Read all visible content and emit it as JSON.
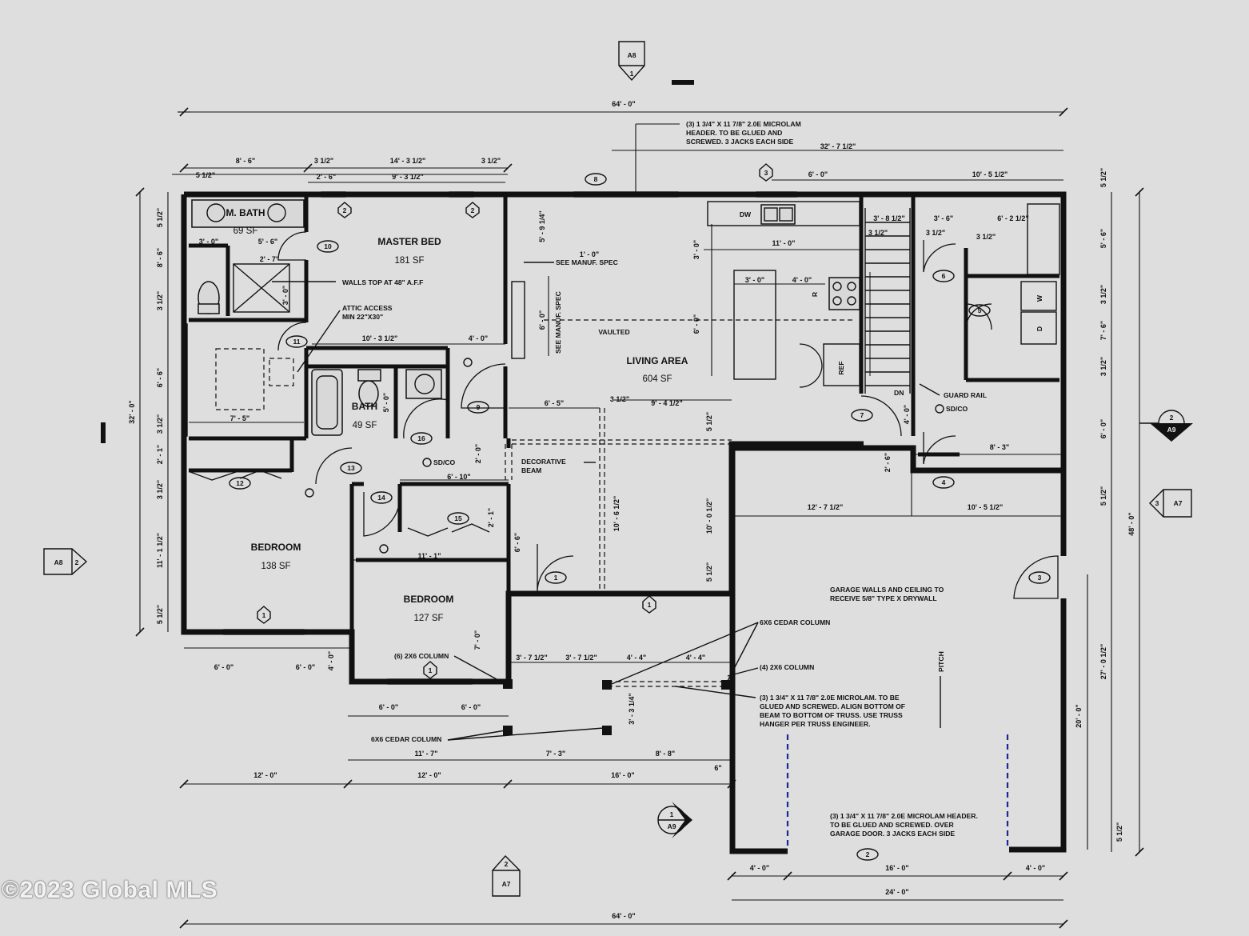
{
  "rooms": {
    "master_bath": {
      "name": "M. BATH",
      "area": "69 SF"
    },
    "master_bed": {
      "name": "MASTER BED",
      "area": "181 SF"
    },
    "bath": {
      "name": "BATH",
      "area": "49 SF"
    },
    "living": {
      "name": "LIVING AREA",
      "area": "604 SF"
    },
    "bedroom1": {
      "name": "BEDROOM",
      "area": "138 SF"
    },
    "bedroom2": {
      "name": "BEDROOM",
      "area": "127 SF"
    },
    "vaulted": "VAULTED"
  },
  "notes": {
    "header_top_1": "(3) 1 3/4\" X 11 7/8\" 2.0E MICROLAM",
    "header_top_2": "HEADER. TO BE GLUED AND",
    "header_top_3": "SCREWED. 3 JACKS EACH SIDE",
    "walls_top": "WALLS TOP AT 48\" A.F.F",
    "attic_1": "ATTIC ACCESS",
    "attic_2": "MIN 22\"X30\"",
    "manuf_spec": "SEE MANUF. SPEC",
    "decorative_1": "DECORATIVE",
    "decorative_2": "BEAM",
    "guard_rail": "GUARD RAIL",
    "dn": "DN",
    "garage_1": "GARAGE WALLS AND CEILING TO",
    "garage_2": "RECEIVE 5/8\" TYPE X DRYWALL",
    "cedar_col": "6X6 CEDAR COLUMN",
    "cedar_col_2": "6X6 CEDAR COLUMN",
    "col_2x6_a": "(4) 2X6 COLUMN",
    "col_2x6_b": "(6) 2X6 COLUMN",
    "beam_1": "(3) 1 3/4\" X 11 7/8\" 2.0E MICROLAM. TO BE",
    "beam_2": "GLUED AND SCREWED. ALIGN BOTTOM OF",
    "beam_3": "BEAM TO BOTTOM OF TRUSS. USE TRUSS",
    "beam_4": "HANGER PER TRUSS ENGINEER.",
    "garage_hdr_1": "(3) 1 3/4\" X 11 7/8\" 2.0E MICROLAM HEADER.",
    "garage_hdr_2": "TO BE GLUED AND SCREWED. OVER",
    "garage_hdr_3": "GARAGE DOOR. 3 JACKS EACH SIDE",
    "pitch": "PITCH"
  },
  "appliances": {
    "dw": "DW",
    "ref": "REF",
    "washer": "W",
    "dryer": "D",
    "range": "R",
    "sd": "SD",
    "sdco": "SD/CO"
  },
  "section_markers": {
    "top": {
      "num": "1",
      "sheet": "A8"
    },
    "bottom": {
      "num": "2",
      "sheet": "A7"
    },
    "left": {
      "num": "2",
      "sheet": "A8"
    },
    "right_a9": {
      "num": "2",
      "sheet": "A9"
    },
    "right_a7": {
      "num": "3",
      "sheet": "A7"
    },
    "bottom_a9": {
      "num": "1",
      "sheet": "A9"
    }
  },
  "tags": {
    "doors": [
      "1",
      "2",
      "3",
      "4",
      "5",
      "6",
      "7",
      "8",
      "9",
      "10",
      "11",
      "12",
      "13",
      "14",
      "15",
      "16"
    ],
    "window_tag_a": "2",
    "window_tag_b": "2",
    "window_tag_c": "3",
    "window_tag_d": "1",
    "window_tag_e": "1",
    "window_tag_f": "1"
  },
  "dimensions": {
    "overall_top": "64' - 0\"",
    "overall_bottom": "64' - 0\"",
    "overall_left": "32' - 0\"",
    "overall_right": "48' - 0\"",
    "top_right_run": "32' - 7 1/2\"",
    "t_8_6": "8' - 6\"",
    "t_14_3": "14' - 3 1/2\"",
    "t_3_half_a": "3 1/2\"",
    "t_3_half_b": "3 1/2\"",
    "t_5_half": "5 1/2\"",
    "t_2_6": "2' - 6\"",
    "t_9_3": "9' - 3 1/2\"",
    "t_6_0": "6' - 0\"",
    "t_10_5": "10' - 5 1/2\"",
    "bath_3_0": "3' - 0\"",
    "bath_5_6": "5' - 6\"",
    "bath_2_7": "2' - 7\"",
    "k_11_0": "11' - 0\"",
    "k_3_0a": "3' - 0\"",
    "k_4_0a": "4' - 0\"",
    "k_3_8": "3' - 8 1/2\"",
    "k_3_half": "3 1/2\"",
    "l_3_6": "3' - 6\"",
    "l_6_2": "6' - 2 1/2\"",
    "l_3_half_a": "3 1/2\"",
    "l_3_half_b": "3 1/2\"",
    "m_1_0": "1' - 0\"",
    "m_5_9": "5' - 9 1/4\"",
    "m_6_0": "6' - 0\"",
    "h_10_3": "10' - 3 1/2\"",
    "h_4_0": "4' - 0\"",
    "h_7_5": "7' - 5\"",
    "h_6_5": "6' - 5\"",
    "h_3_half": "3 1/2\"",
    "h_9_4": "9' - 4 1/2\"",
    "h_6_10": "6' - 10\"",
    "h_11_1": "11' - 1\"",
    "g_12_7": "12' - 7 1/2\"",
    "g_10_5": "10' - 5 1/2\"",
    "g_8_3": "8' - 3\"",
    "g_10_6": "10' - 6 1/2\"",
    "g_10_0": "10' - 0 1/2\"",
    "g_27_0": "27' - 0 1/2\"",
    "g_20_0": "20' - 0\"",
    "p_6_0a": "6' - 0\"",
    "p_6_0b": "6' - 0\"",
    "p_6_0c": "6' - 0\"",
    "p_6_0d": "6' - 0\"",
    "p_3_7a": "3' - 7 1/2\"",
    "p_3_7b": "3' - 7 1/2\"",
    "p_4_4a": "4' - 4\"",
    "p_4_4b": "4' - 4\"",
    "p_3_3": "3' - 3 1/4\"",
    "p_11_7": "11' - 7\"",
    "p_7_3": "7' - 3\"",
    "p_8_8": "8' - 8\"",
    "p_6in": "6\"",
    "b_12_0a": "12' - 0\"",
    "b_12_0b": "12' - 0\"",
    "b_16_0a": "16' - 0\"",
    "b_4_0a": "4' - 0\"",
    "b_16_0b": "16' - 0\"",
    "b_4_0b": "4' - 0\"",
    "b_24_0": "24' - 0\"",
    "v_5_half_a": "5 1/2\"",
    "v_8_6": "8' - 6\"",
    "v_3_half_a": "3 1/2\"",
    "v_6_6": "6' - 6\"",
    "v_3_half_b": "3 1/2\"",
    "v_2_1": "2' - 1\"",
    "v_3_half_c": "3 1/2\"",
    "v_11_1": "11' - 1 1/2\"",
    "v_5_half_b": "5 1/2\"",
    "r_5_half_a": "5 1/2\"",
    "r_5_6": "5' - 6\"",
    "r_3_half_a": "3 1/2\"",
    "r_7_6": "7' - 6\"",
    "r_3_half_b": "3 1/2\"",
    "r_6_0": "6' - 0\"",
    "r_5_half_b": "5 1/2\"",
    "r_5_half_c": "5 1/2\"",
    "i_7_0": "7' - 0\"",
    "i_4_0": "4' - 0\"",
    "i_2_0": "2' - 0\"",
    "i_2_1": "2' - 1\"",
    "i_6_6": "6' - 6\"",
    "i_5_0": "5' - 0\"",
    "i_4_0b": "4' - 0\"",
    "i_2_6": "2' - 6\"",
    "i_3_0": "3' - 0\"",
    "i_6_0": "6' - 0\"",
    "i_3_0b": "3' - 0\"",
    "i_5_half": "5 1/2\"",
    "i_5_half_b": "5 1/2\""
  },
  "watermark": "©2023 Global MLS"
}
